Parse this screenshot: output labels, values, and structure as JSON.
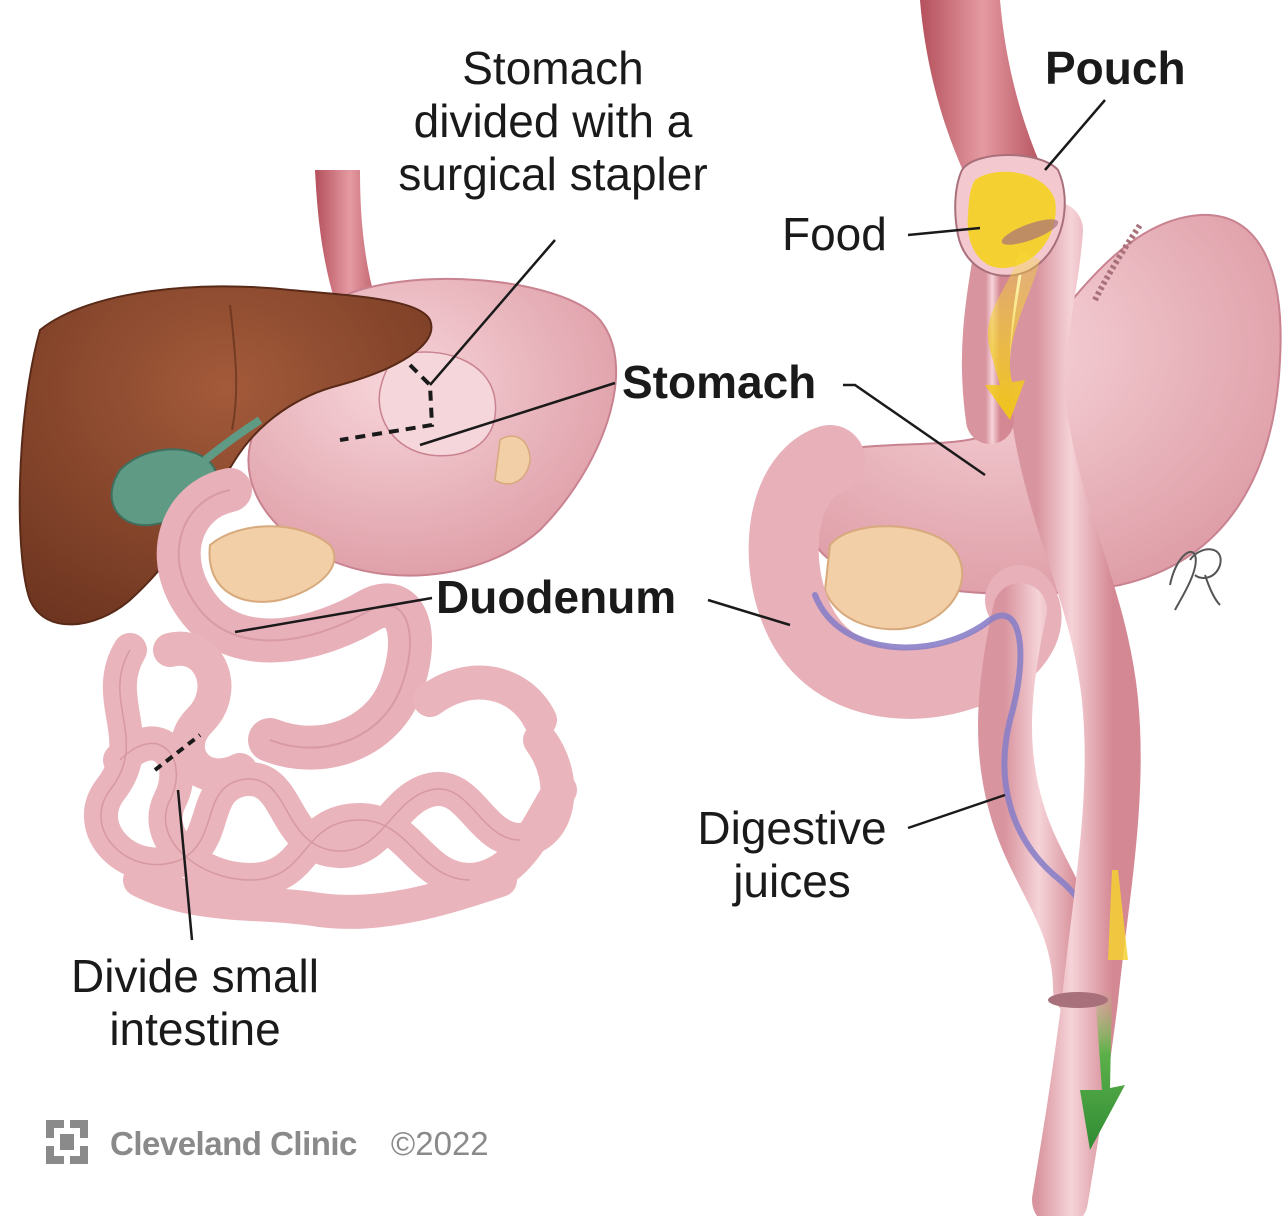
{
  "labels": {
    "stapler": "Stomach\ndivided with a\nsurgical stapler",
    "stomach": "Stomach",
    "duodenum": "Duodenum",
    "divide": "Divide small\nintestine",
    "pouch": "Pouch",
    "food": "Food",
    "digestive": "Digestive\njuices"
  },
  "footer": {
    "brand": "Cleveland Clinic",
    "copyright": "©2022"
  },
  "signature": "JP",
  "colors": {
    "liver": "#8b4a2e",
    "gallbladder": "#5f9a85",
    "tissue": "#eab4bc",
    "tissue_dark": "#d4919c",
    "pancreas": "#f2cfa6",
    "esophagus": "#c8606a",
    "food": "#f4d131",
    "juices": "#8a7fc8",
    "flow_green": "#3a9b3e",
    "text": "#1a1a1a",
    "footer_gray": "#8a8a8a"
  }
}
